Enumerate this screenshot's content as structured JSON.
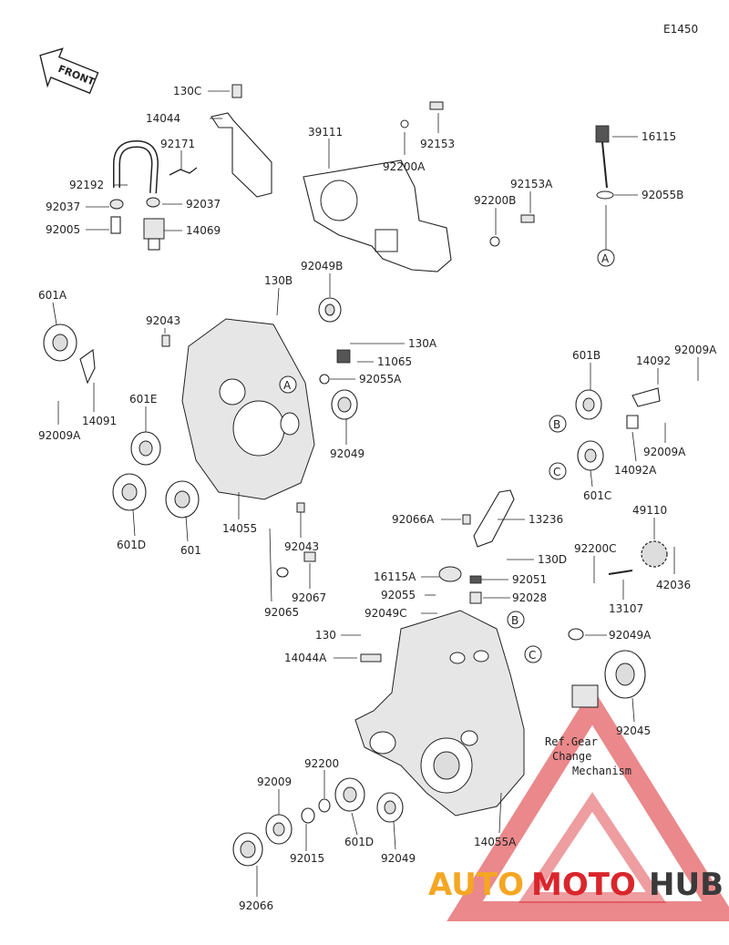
{
  "page_code": "E1450",
  "front_label": "FRONT",
  "reference_note": [
    "Ref.Gear",
    "Change",
    "Mechanism"
  ],
  "watermark": {
    "text_a": "AUTO",
    "text_b": "MOTO",
    "text_c": "HUB",
    "red": "#d9262c",
    "orange": "#f5a623",
    "gray": "#3a3a3a"
  },
  "callout_markers": [
    "A",
    "A",
    "B",
    "B",
    "C",
    "C"
  ],
  "parts": [
    "130C",
    "14044",
    "92171",
    "92192",
    "92037",
    "92037",
    "92005",
    "14069",
    "39111",
    "92200A",
    "92153",
    "92200B",
    "92153A",
    "16115",
    "92055B",
    "601A",
    "92043",
    "130B",
    "92049B",
    "130A",
    "11065",
    "92055A",
    "92009A",
    "14091",
    "601E",
    "92049",
    "601B",
    "14092",
    "92009A",
    "92009A",
    "14092A",
    "601C",
    "601D",
    "601",
    "14055",
    "92043",
    "92065",
    "92067",
    "92066A",
    "13236",
    "49110",
    "130D",
    "42036",
    "16115A",
    "92051",
    "92200C",
    "92055",
    "92028",
    "13107",
    "92049C",
    "130",
    "92049A",
    "14044A",
    "92045",
    "92200",
    "92009",
    "601D",
    "92049",
    "92015",
    "92066",
    "14055A"
  ]
}
